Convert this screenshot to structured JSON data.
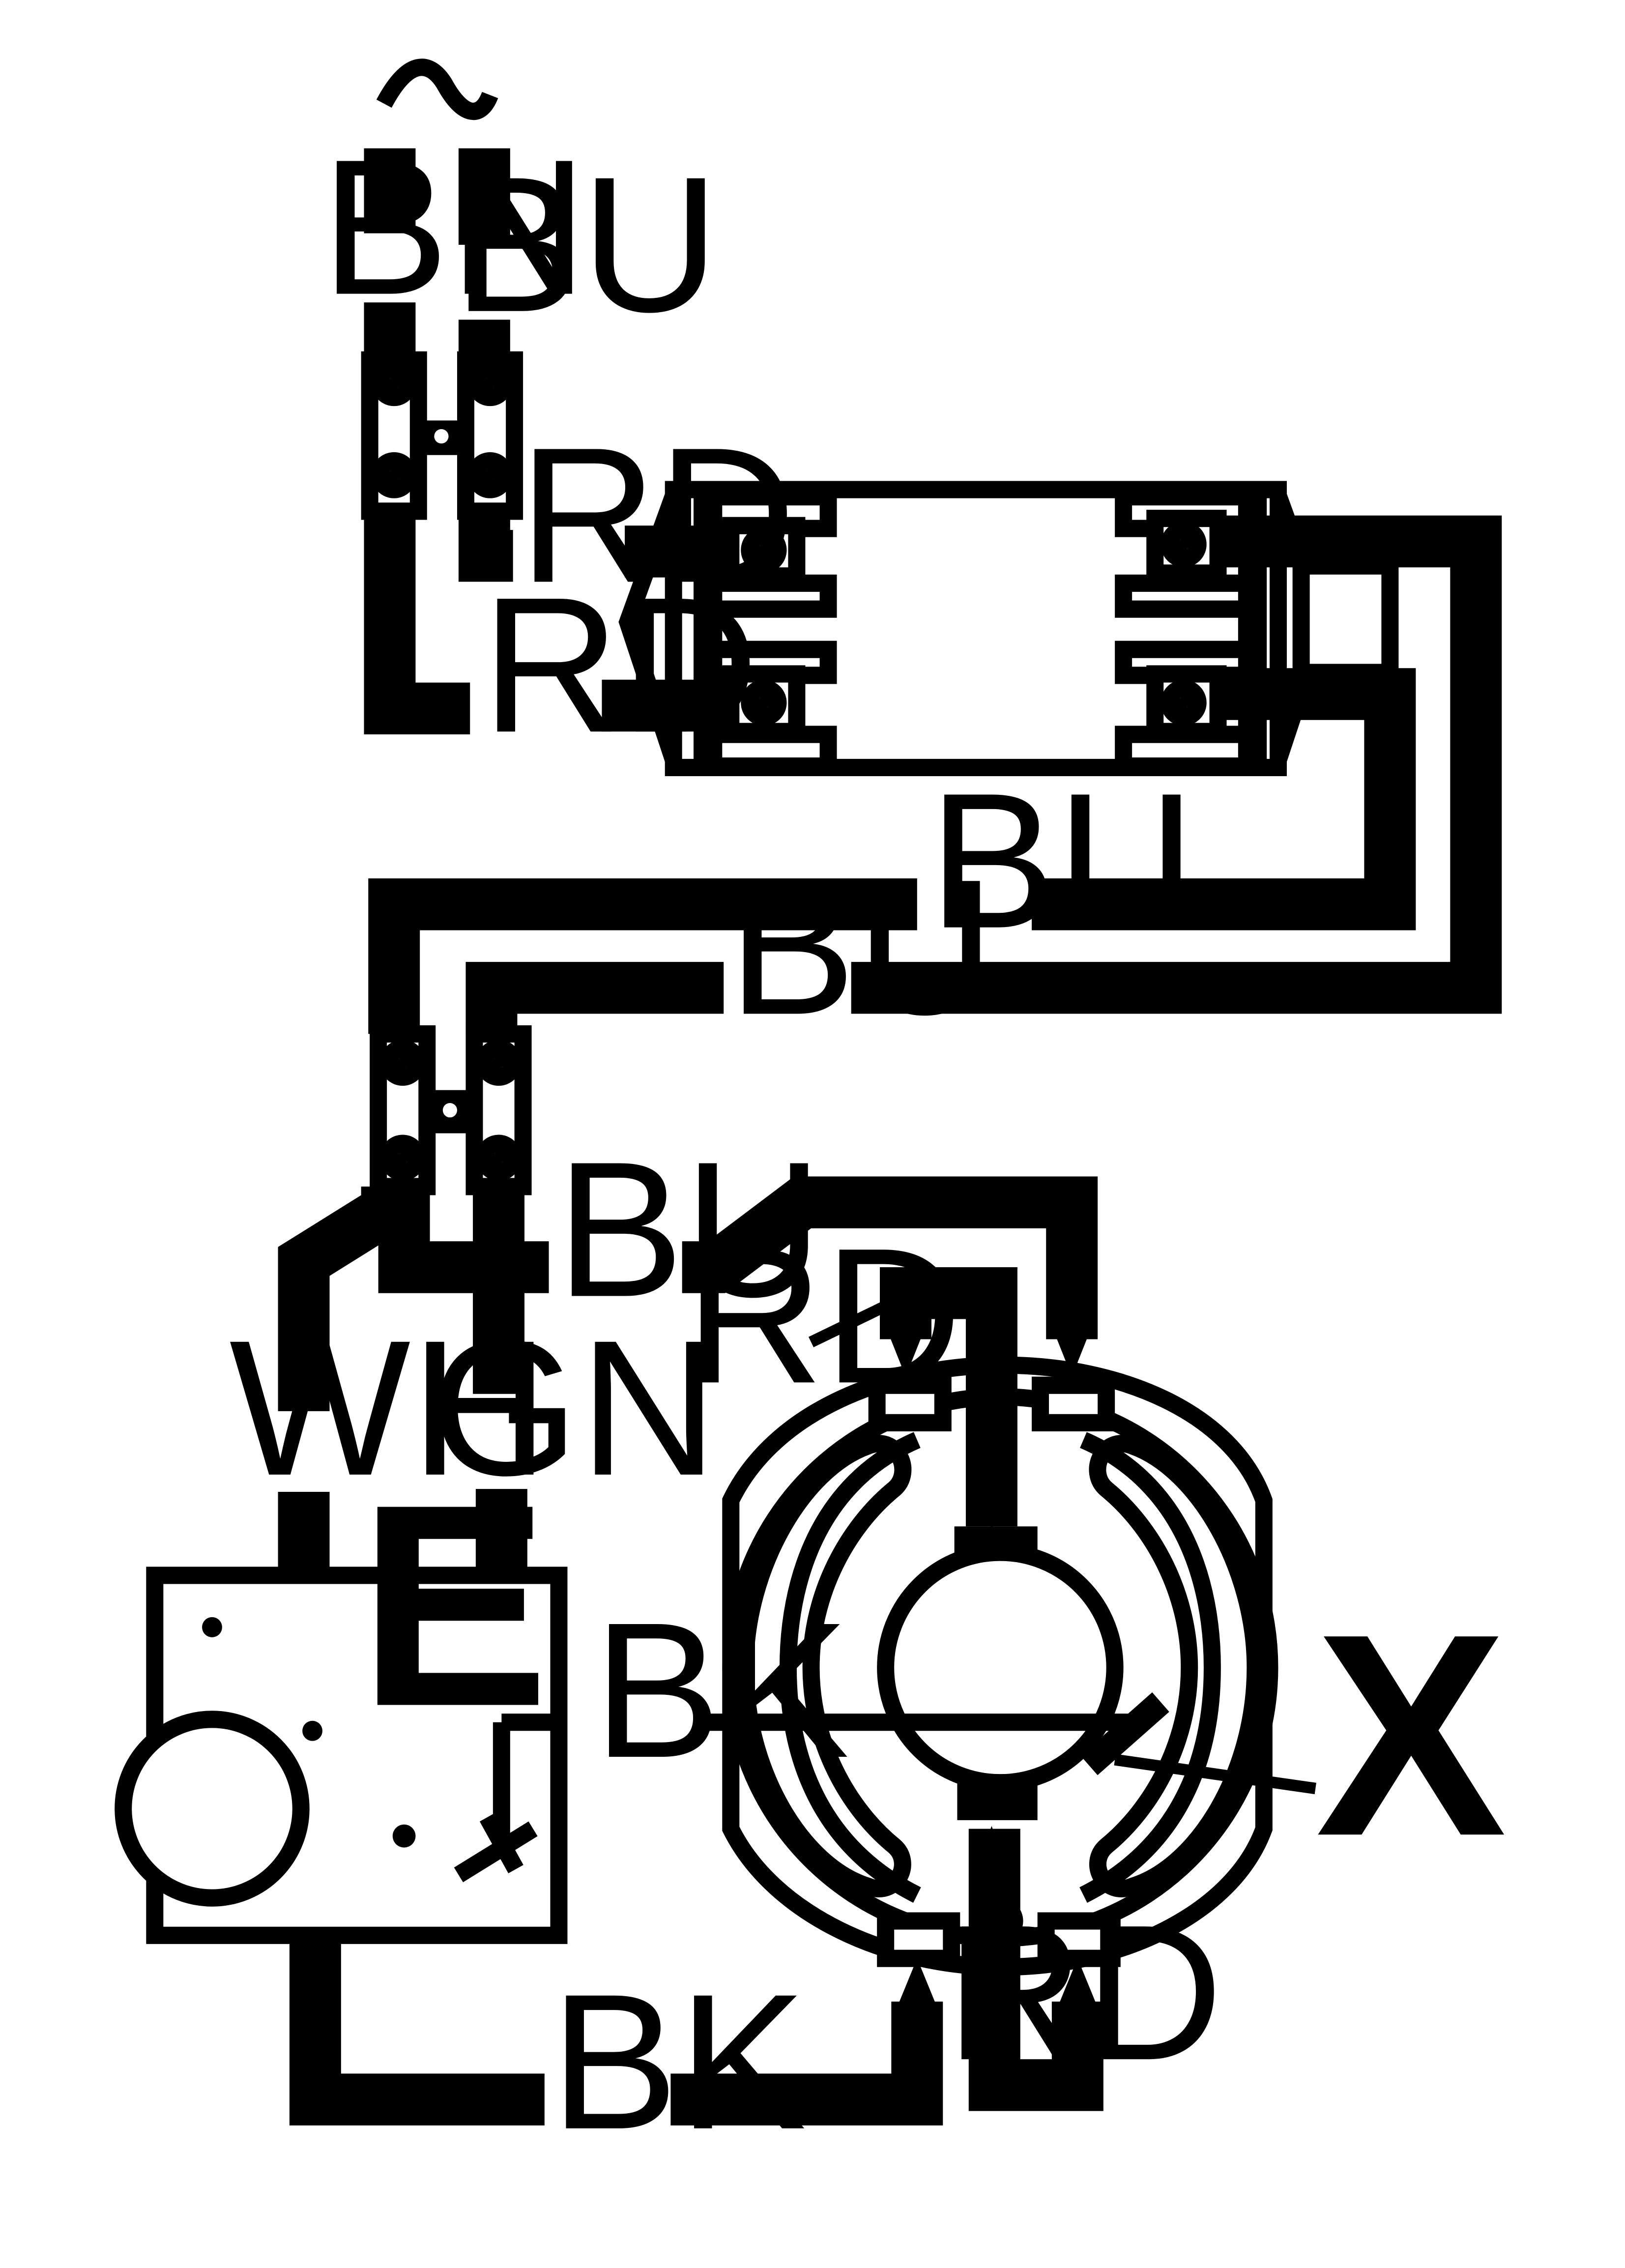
{
  "symbols": {
    "ac_supply": "~"
  },
  "labels": {
    "supply_brown": "BN",
    "supply_blue": "BU",
    "red_upper": "RD",
    "red_lower": "RD",
    "blue_mid": "BU",
    "blue_right": "BU",
    "blue_lower": "BU",
    "white": "WH",
    "green": "GN",
    "switch_unit": "E",
    "black_upper": "BK",
    "black_lower": "BK",
    "red_top_brush": "RD",
    "red_bottom_brush": "RD",
    "marker_x": "X"
  }
}
